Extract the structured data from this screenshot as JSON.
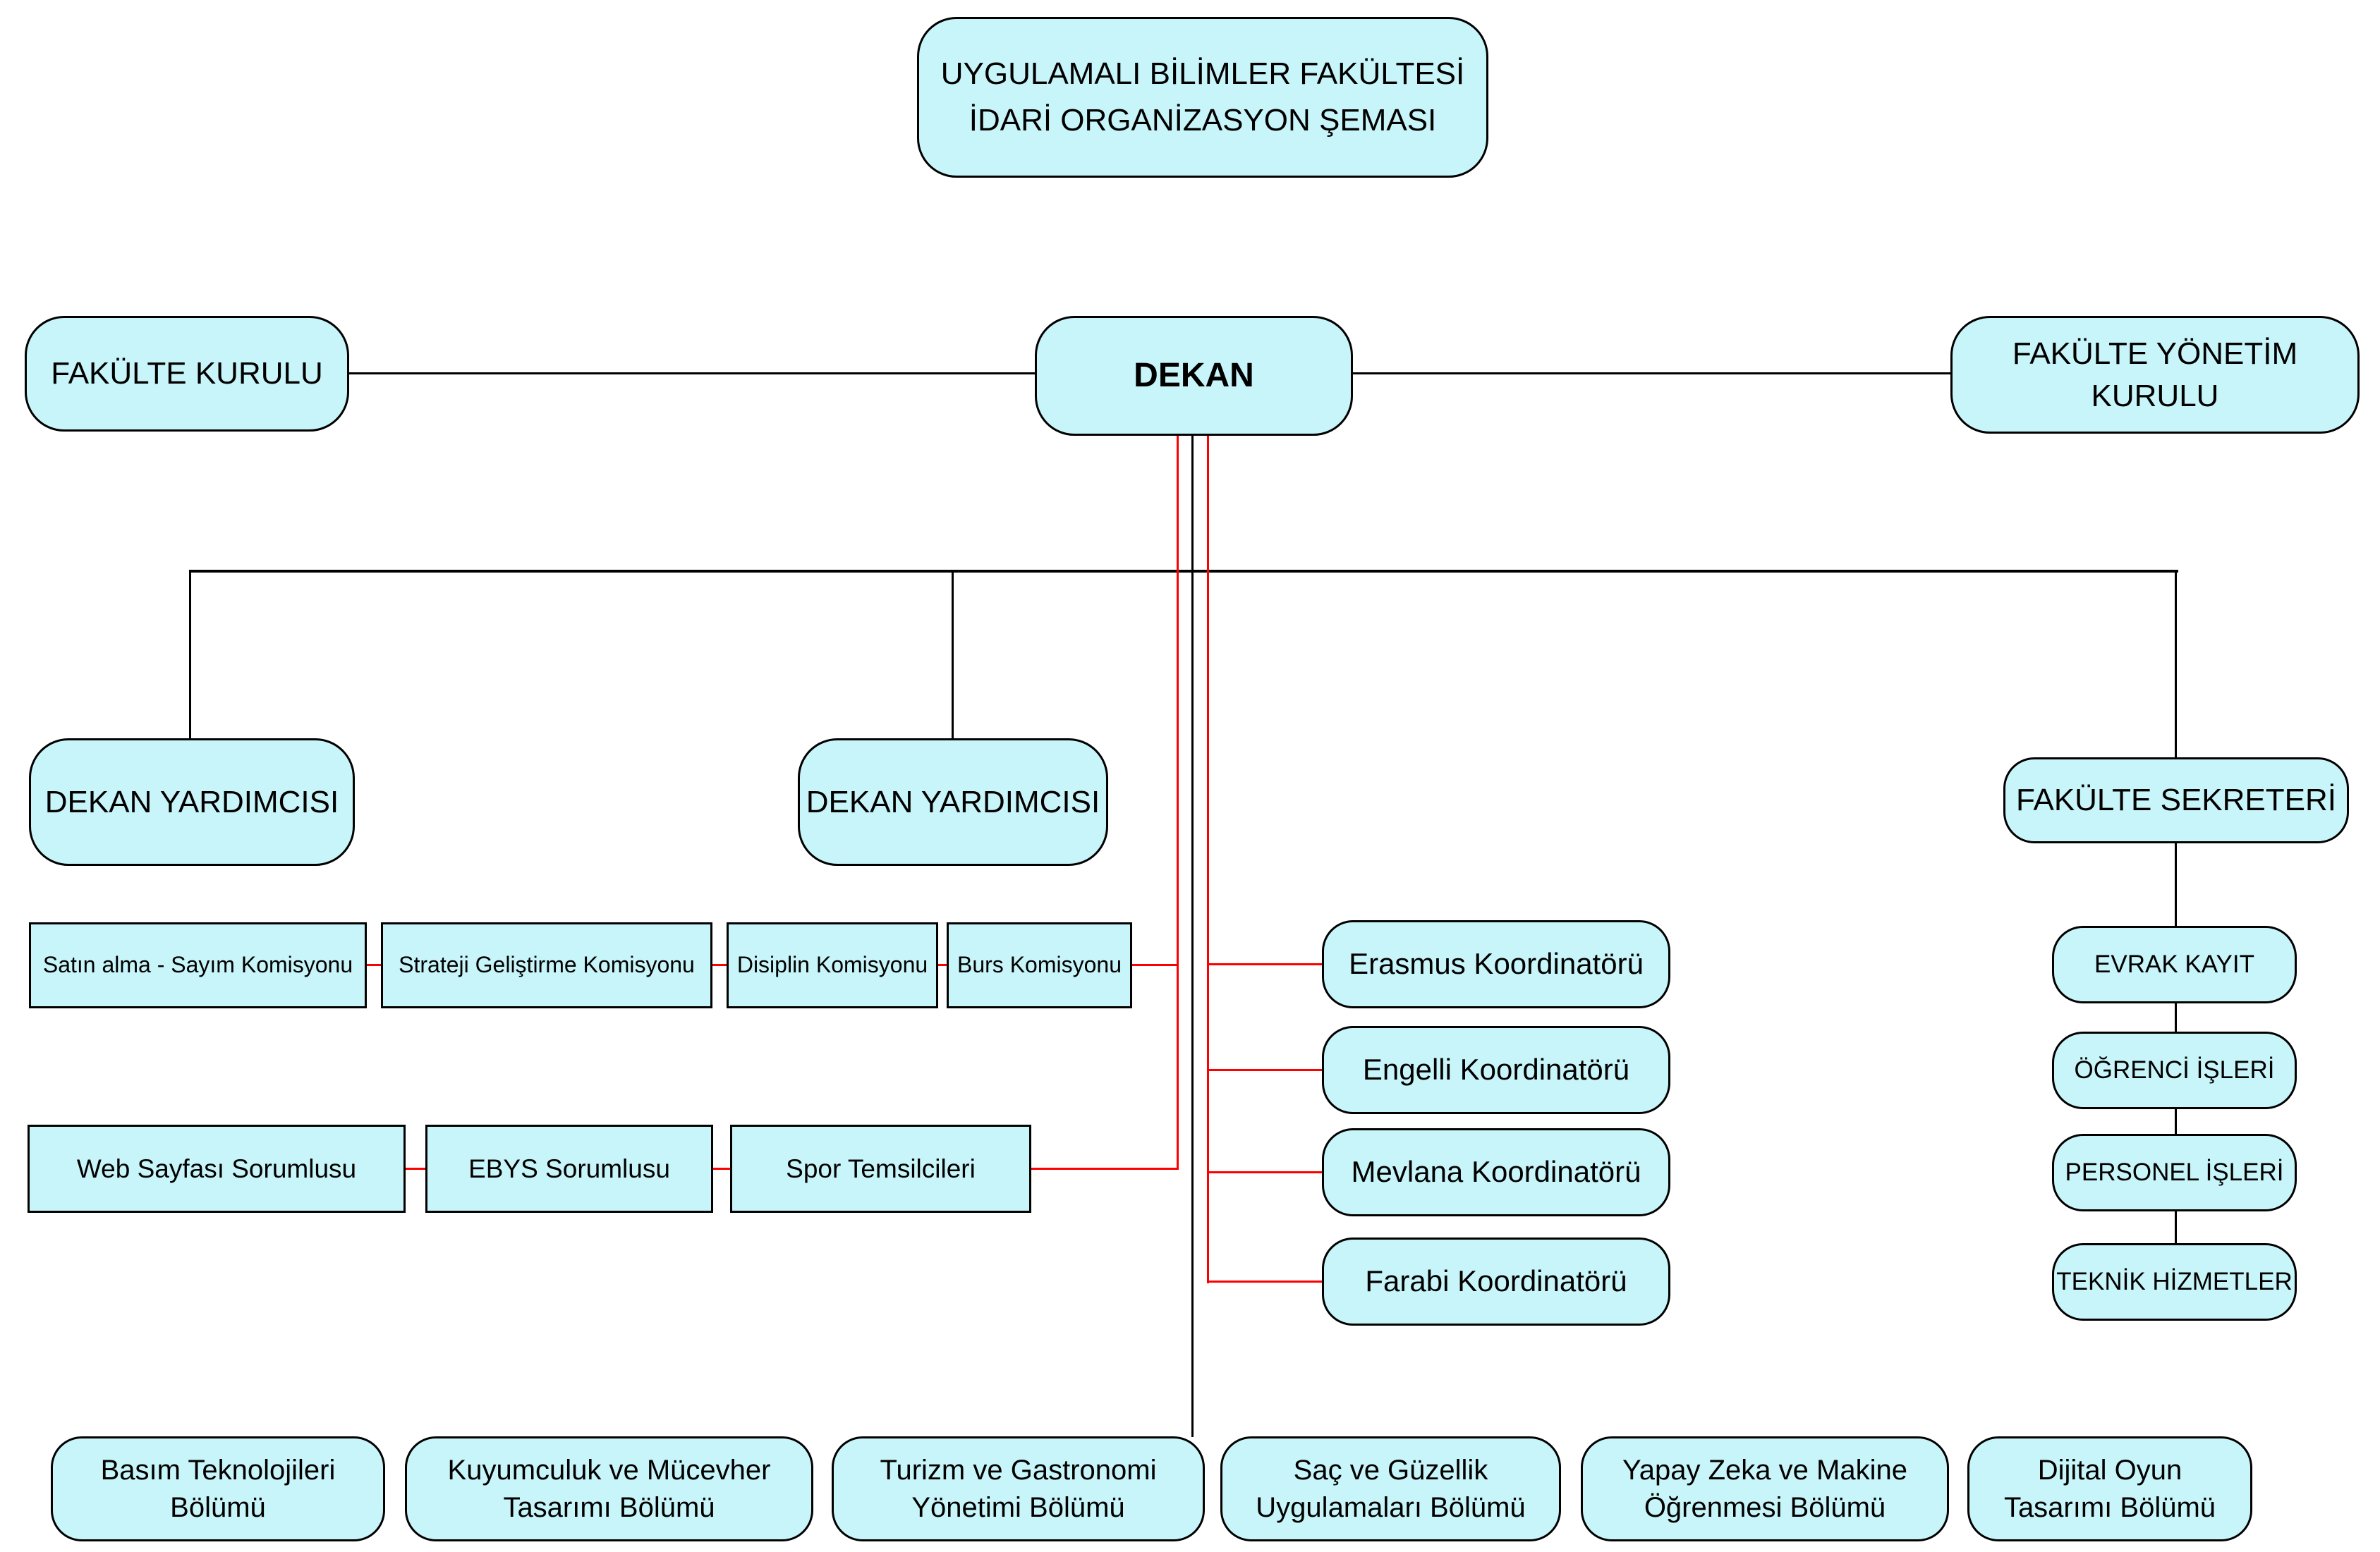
{
  "title": {
    "line1": "UYGULAMALI BİLİMLER FAKÜLTESİ",
    "line2": "İDARİ ORGANİZASYON ŞEMASI"
  },
  "nodes": {
    "fakulte_kurulu": "FAKÜLTE KURULU",
    "dekan": "DEKAN",
    "fakulte_yonetim_kurulu": {
      "line1": "FAKÜLTE YÖNETİM",
      "line2": "KURULU"
    },
    "dekan_yardimcisi_1": "DEKAN YARDIMCISI",
    "dekan_yardimcisi_2": "DEKAN YARDIMCISI",
    "fakulte_sekreteri": "FAKÜLTE SEKRETERİ"
  },
  "commissions": [
    "Satın alma - Sayım Komisyonu",
    "Strateji Geliştirme Komisyonu",
    "Disiplin Komisyonu",
    "Burs Komisyonu"
  ],
  "responsibles": [
    "Web Sayfası Sorumlusu",
    "EBYS Sorumlusu",
    "Spor Temsilcileri"
  ],
  "coordinators": [
    "Erasmus Koordinatörü",
    "Engelli Koordinatörü",
    "Mevlana Koordinatörü",
    "Farabi Koordinatörü"
  ],
  "secretary_units": [
    "EVRAK KAYIT",
    "ÖĞRENCİ İŞLERİ",
    "PERSONEL İŞLERİ",
    "TEKNİK HİZMETLER"
  ],
  "departments": [
    {
      "line1": "Basım Teknolojileri",
      "line2": "Bölümü"
    },
    {
      "line1": "Kuyumculuk ve Mücevher",
      "line2": "Tasarımı Bölümü"
    },
    {
      "line1": "Turizm ve Gastronomi",
      "line2": "Yönetimi Bölümü"
    },
    {
      "line1": "Saç ve Güzellik",
      "line2": "Uygulamaları Bölümü"
    },
    {
      "line1": "Yapay Zeka ve Makine",
      "line2": "Öğrenmesi Bölümü"
    },
    {
      "line1": "Dijital Oyun",
      "line2": "Tasarımı Bölümü"
    }
  ],
  "colors": {
    "box_fill": "#C8F5F9",
    "box_border": "#000000",
    "connector_black": "#000000",
    "connector_red": "#FF0000"
  }
}
